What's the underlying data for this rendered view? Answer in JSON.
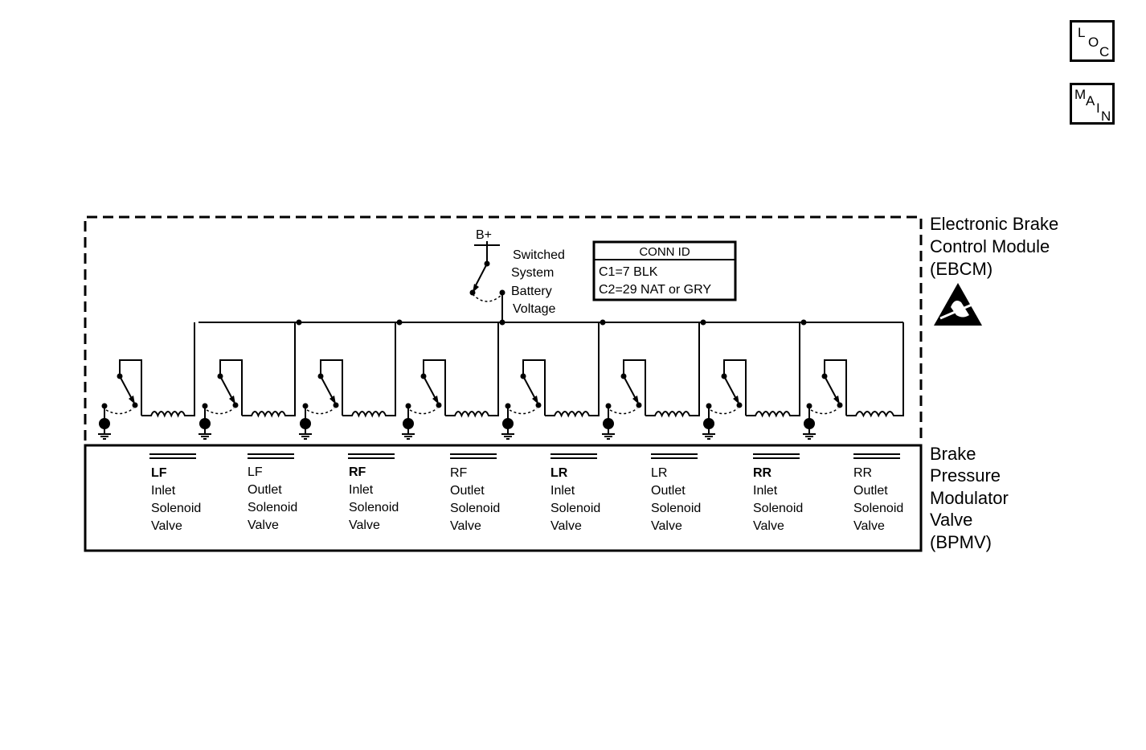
{
  "nav": {
    "loc": [
      "L",
      "O",
      "C"
    ],
    "main": [
      "M",
      "A",
      "I",
      "N"
    ]
  },
  "ebcm": {
    "label_lines": [
      "Electronic Brake",
      "Control Module",
      "(EBCM)"
    ],
    "esd_icon": "esd-warning-icon"
  },
  "bpmv": {
    "label_lines": [
      "Brake",
      "Pressure",
      "Modulator",
      "Valve",
      "(BPMV)"
    ]
  },
  "supply": {
    "b_plus": "B+",
    "label_lines": [
      "Switched",
      "System",
      "Battery",
      "Voltage"
    ]
  },
  "conn_id": {
    "title": "CONN ID",
    "rows": [
      "C1=7 BLK",
      "C2=29 NAT or GRY"
    ]
  },
  "solenoids": [
    {
      "position": "LF",
      "type": "Inlet"
    },
    {
      "position": "LF",
      "type": "Outlet"
    },
    {
      "position": "RF",
      "type": "Inlet"
    },
    {
      "position": "RF",
      "type": "Outlet"
    },
    {
      "position": "LR",
      "type": "Inlet"
    },
    {
      "position": "LR",
      "type": "Outlet"
    },
    {
      "position": "RR",
      "type": "Inlet"
    },
    {
      "position": "RR",
      "type": "Outlet"
    }
  ],
  "solenoid_word": "Solenoid",
  "valve_word": "Valve"
}
